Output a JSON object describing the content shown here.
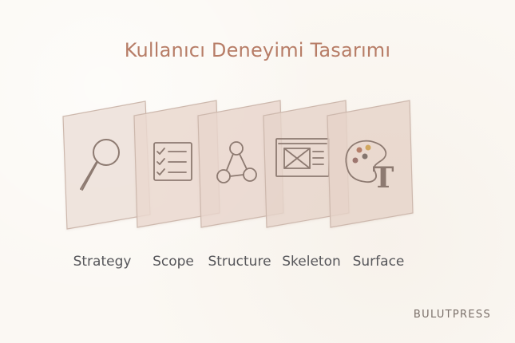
{
  "diagram": {
    "title": "Kullanıcı Deneyimi Tasarımı",
    "layers": [
      {
        "label": "Strategy",
        "icon": "magnifier-icon"
      },
      {
        "label": "Scope",
        "icon": "checklist-icon"
      },
      {
        "label": "Structure",
        "icon": "network-icon"
      },
      {
        "label": "Skeleton",
        "icon": "wireframe-icon"
      },
      {
        "label": "Surface",
        "icon": "palette-icon",
        "glyph": "T"
      }
    ]
  },
  "branding": {
    "text": "BULUTPRESS"
  },
  "colors": {
    "background": "#fbf8f3",
    "title": "#b77d67",
    "card_fill": "#eadbd2",
    "card_stroke": "#cbb8ac",
    "icon_stroke": "#8d7a71",
    "label_text": "#56565a"
  }
}
